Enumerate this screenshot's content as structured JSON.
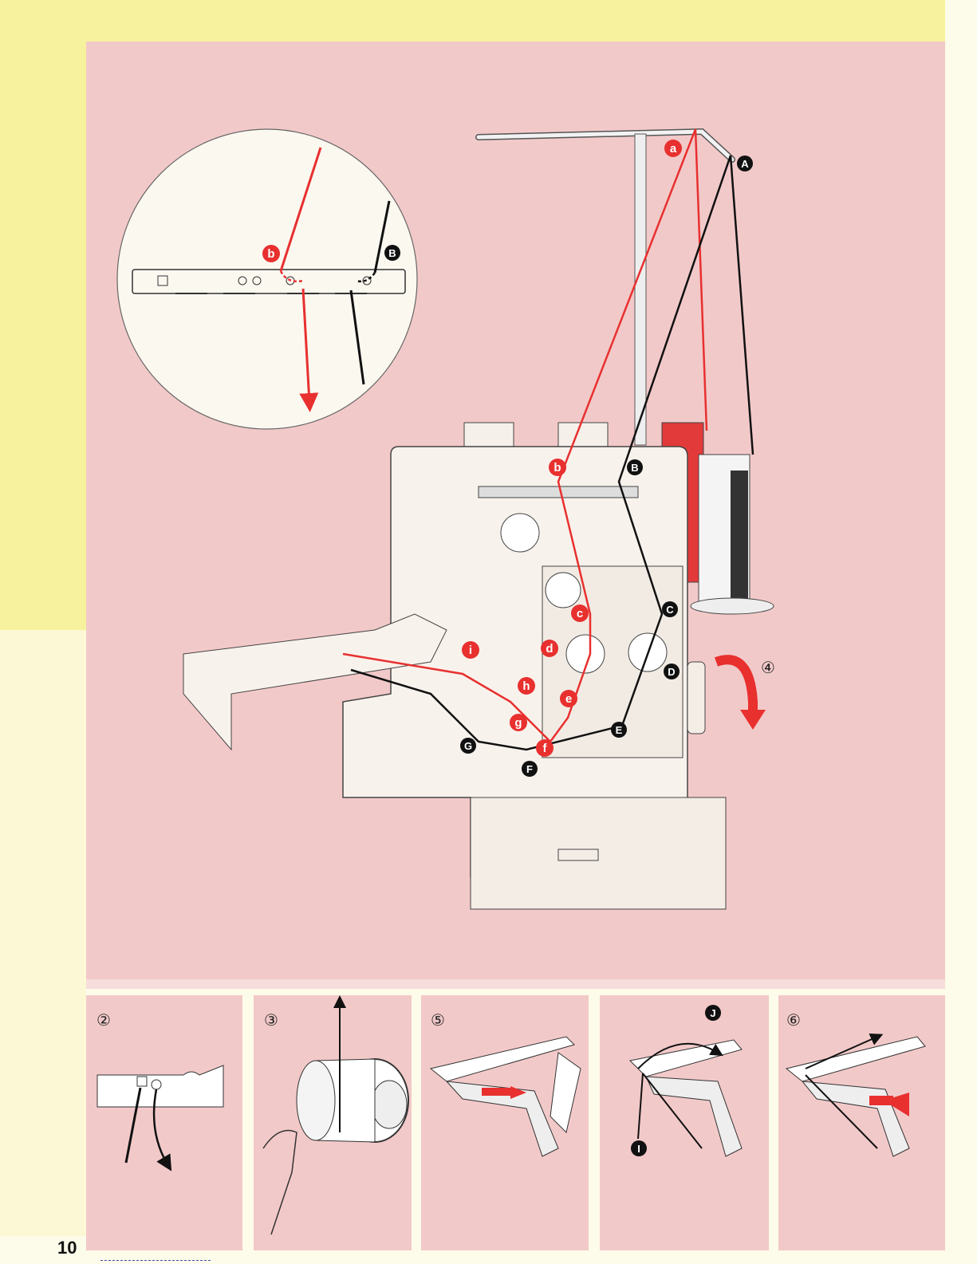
{
  "page_number": "10",
  "red_labels": [
    "a",
    "b",
    "c",
    "d",
    "e",
    "f",
    "g",
    "h",
    "i"
  ],
  "black_labels": [
    "A",
    "B",
    "C",
    "D",
    "E",
    "F",
    "G",
    "I",
    "J"
  ],
  "steps": [
    "②",
    "③",
    "④",
    "⑤",
    "⑥"
  ],
  "colors": {
    "thread_red": "#e8302f",
    "thread_black": "#111111",
    "panel_pink": "#f2c9c9",
    "page_yellow": "#f7f29e"
  },
  "icons": [
    "machine",
    "thread-stand",
    "spool",
    "looper",
    "curved-arrow",
    "magnifier-circle"
  ]
}
